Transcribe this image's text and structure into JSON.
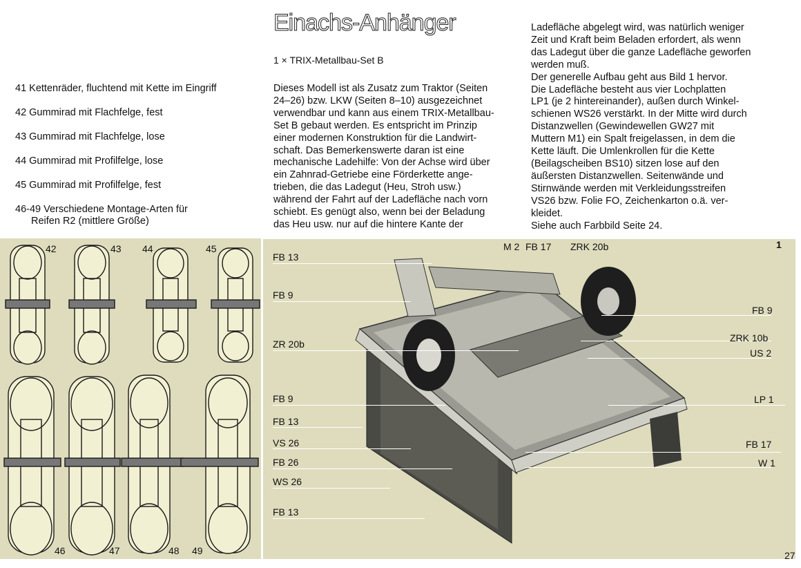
{
  "title": "Einachs-Anhänger",
  "subtitle": "1 × TRIX-Metallbau-Set B",
  "left_list": [
    "41 Kettenräder, fluchtend mit Kette im Eingriff",
    "42 Gummirad mit Flachfelge, fest",
    "43 Gummirad mit Flachfelge, lose",
    "44 Gummirad mit Profilfelge, lose",
    "45 Gummirad mit Profilfelge, fest",
    "46-49 Verschiedene Montage-Arten für",
    "Reifen  R2 (mittlere Größe)"
  ],
  "mid_text": [
    "Dieses Modell ist als Zusatz zum Traktor (Seiten",
    "24–26) bzw. LKW (Seiten 8–10) ausgezeichnet",
    "verwendbar und kann aus einem TRIX-Metallbau-",
    "Set B gebaut werden. Es entspricht im Prinzip",
    "einer modernen Konstruktion für die Landwirt-",
    "schaft. Das Bemerkenswerte daran ist eine",
    "mechanische Ladehilfe: Von der Achse wird über",
    "ein Zahnrad-Getriebe eine Förderkette ange-",
    "trieben, die das Ladegut (Heu, Stroh usw.)",
    "während der Fahrt auf der Ladefläche nach vorn",
    "schiebt. Es genügt also, wenn bei der Beladung",
    "das Heu usw. nur auf die hintere Kante der"
  ],
  "right_text": [
    "Ladefläche abgelegt wird, was natürlich weniger",
    "Zeit und Kraft beim Beladen erfordert, als wenn",
    "das Ladegut über die ganze Ladefläche geworfen",
    "werden muß.",
    "Der generelle Aufbau geht aus Bild 1 hervor.",
    "Die Ladefläche besteht aus vier Lochplatten",
    "LP1 (je 2 hintereinander), außen durch Winkel-",
    "schienen WS26 verstärkt. In der Mitte wird durch",
    "Distanzwellen (Gewindewellen GW27 mit",
    "Muttern M1) ein Spalt freigelassen, in dem die",
    "Kette läuft. Die Umlenkrollen für die Kette",
    "(Beilagscheiben BS10) sitzen lose auf den",
    "äußersten Distanzwellen. Seitenwände und",
    "Stirnwände werden mit Verkleidungsstreifen",
    "VS26 bzw. Folie FO, Zeichenkarton o.ä. ver-",
    "kleidet.",
    "Siehe auch Farbbild Seite 24."
  ],
  "wheel_labels": [
    "42",
    "43",
    "44",
    "45",
    "46",
    "47",
    "48",
    "49"
  ],
  "parts_left": [
    "FB 13",
    "FB 9",
    "ZR 20b",
    "FB 9",
    "FB 13",
    "VS 26",
    "FB 26",
    "WS 26",
    "FB 13"
  ],
  "parts_top": [
    "M 2",
    "FB 17",
    "ZRK 20b"
  ],
  "parts_right": [
    "FB 9",
    "ZRK 10b",
    "US 2",
    "LP 1",
    "FB 17",
    "W 1"
  ],
  "figure_number": "1",
  "page_number": "27"
}
